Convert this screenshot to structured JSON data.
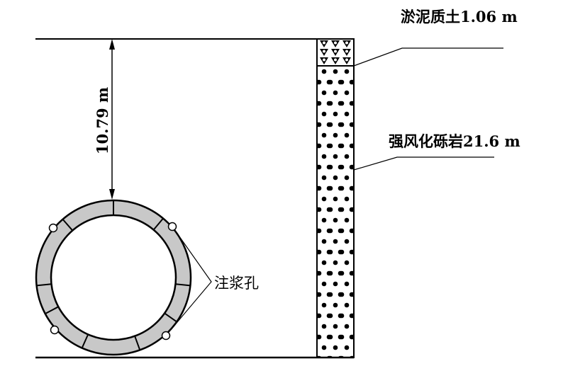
{
  "labels": {
    "depth": "10.79 m",
    "silt_layer": "淤泥质土1.06 m",
    "gravel_layer": "强风化砾岩21.6 m",
    "grout_holes": "注浆孔"
  },
  "colors": {
    "segment_fill": "#c8c8c8",
    "line": "#000000"
  }
}
